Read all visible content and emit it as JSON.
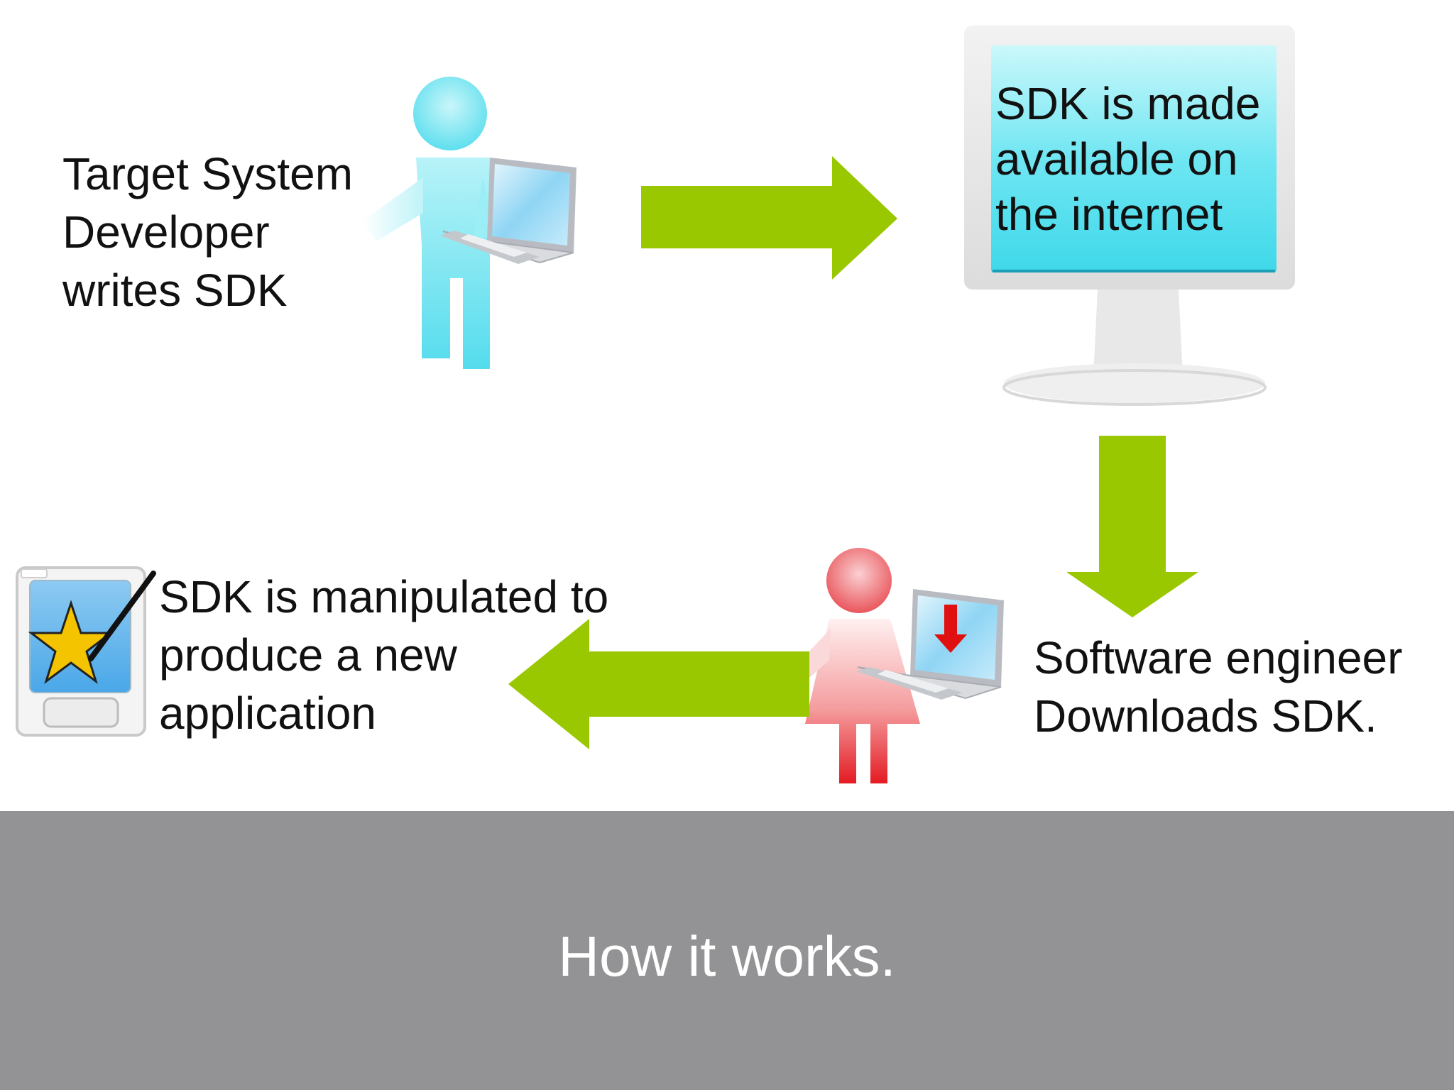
{
  "steps": {
    "developer": {
      "lines": [
        "Target System",
        "Developer",
        "writes SDK"
      ]
    },
    "internet": {
      "lines": [
        "SDK is made",
        "available on",
        "the internet"
      ]
    },
    "engineer": {
      "lines": [
        "Software engineer",
        "Downloads SDK."
      ]
    },
    "application": {
      "lines": [
        "SDK is manipulated to",
        "produce a new",
        "application"
      ]
    }
  },
  "footer": {
    "title": "How it works."
  },
  "colors": {
    "arrow": "#99c700",
    "developer_figure": "#66e0ec",
    "engineer_figure": "#e8383d",
    "monitor_screen": "#5ee3f0",
    "footer_bg": "#939294",
    "download_arrow": "#e01010",
    "star": "#f5c400"
  },
  "icons": [
    "developer-person-icon",
    "laptop-icon",
    "monitor-icon",
    "engineer-person-icon",
    "download-arrow-icon",
    "tablet-icon",
    "star-icon",
    "stylus-icon"
  ]
}
